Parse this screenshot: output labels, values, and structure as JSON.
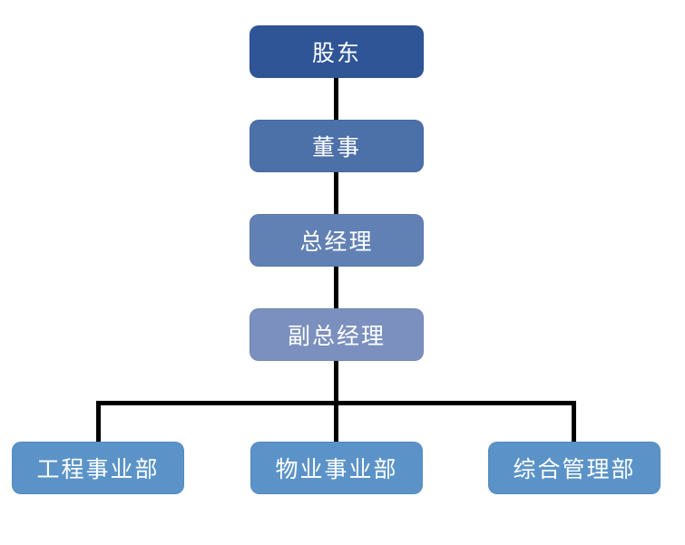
{
  "diagram": {
    "type": "org-chart",
    "background": "#FFFFFF",
    "connector_color": "#000000",
    "text_color": "#FFFFFF",
    "nodes": [
      {
        "id": "shareholder",
        "label": "股东",
        "color": "#2F5597",
        "level": 1
      },
      {
        "id": "director",
        "label": "董事",
        "color": "#4C70A8",
        "level": 2
      },
      {
        "id": "general-manager",
        "label": "总经理",
        "color": "#6181B4",
        "level": 3
      },
      {
        "id": "deputy-general-manager",
        "label": "副总经理",
        "color": "#7B90BE",
        "level": 4
      },
      {
        "id": "engineering-division",
        "label": "工程事业部",
        "color": "#5B93C8",
        "level": 5
      },
      {
        "id": "property-division",
        "label": "物业事业部",
        "color": "#5B93C8",
        "level": 5
      },
      {
        "id": "admin-division",
        "label": "综合管理部",
        "color": "#5B93C8",
        "level": 5
      }
    ],
    "edges": [
      [
        "股东",
        "董事"
      ],
      [
        "董事",
        "总经理"
      ],
      [
        "总经理",
        "副总经理"
      ],
      [
        "副总经理",
        "工程事业部"
      ],
      [
        "副总经理",
        "物业事业部"
      ],
      [
        "副总经理",
        "综合管理部"
      ]
    ]
  }
}
